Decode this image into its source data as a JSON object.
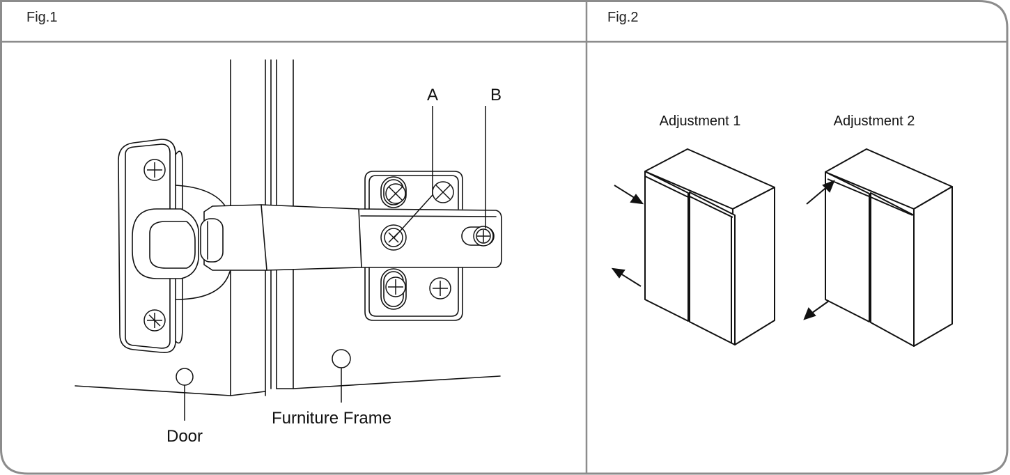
{
  "figures": [
    {
      "title": "Fig.1",
      "labels": {
        "screw_a": "A",
        "screw_b": "B",
        "door": "Door",
        "frame": "Furniture Frame"
      }
    },
    {
      "title": "Fig.2",
      "labels": {
        "adjustment_1": "Adjustment 1",
        "adjustment_2": "Adjustment 2"
      }
    }
  ],
  "colors": {
    "border": "#8c8c8c",
    "line": "#111111",
    "screw_fill": "#f2f2f2"
  }
}
